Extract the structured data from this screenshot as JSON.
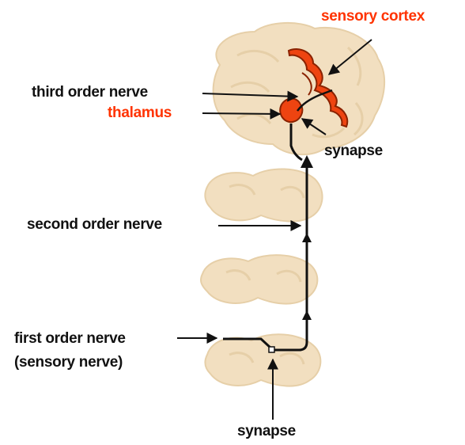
{
  "labels": {
    "sensory_cortex": "sensory cortex",
    "third_order_nerve": "third order nerve",
    "thalamus": "thalamus",
    "synapse_top": "synapse",
    "second_order_nerve": "second order nerve",
    "first_order_nerve": "first order nerve",
    "sensory_nerve": "(sensory nerve)",
    "synapse_bottom": "synapse"
  },
  "colors": {
    "highlight": "#ff3300",
    "text": "#111111",
    "tissue": "#f2dfc0",
    "tissue_outline": "#e6cfa8",
    "pathway": "#111111"
  }
}
